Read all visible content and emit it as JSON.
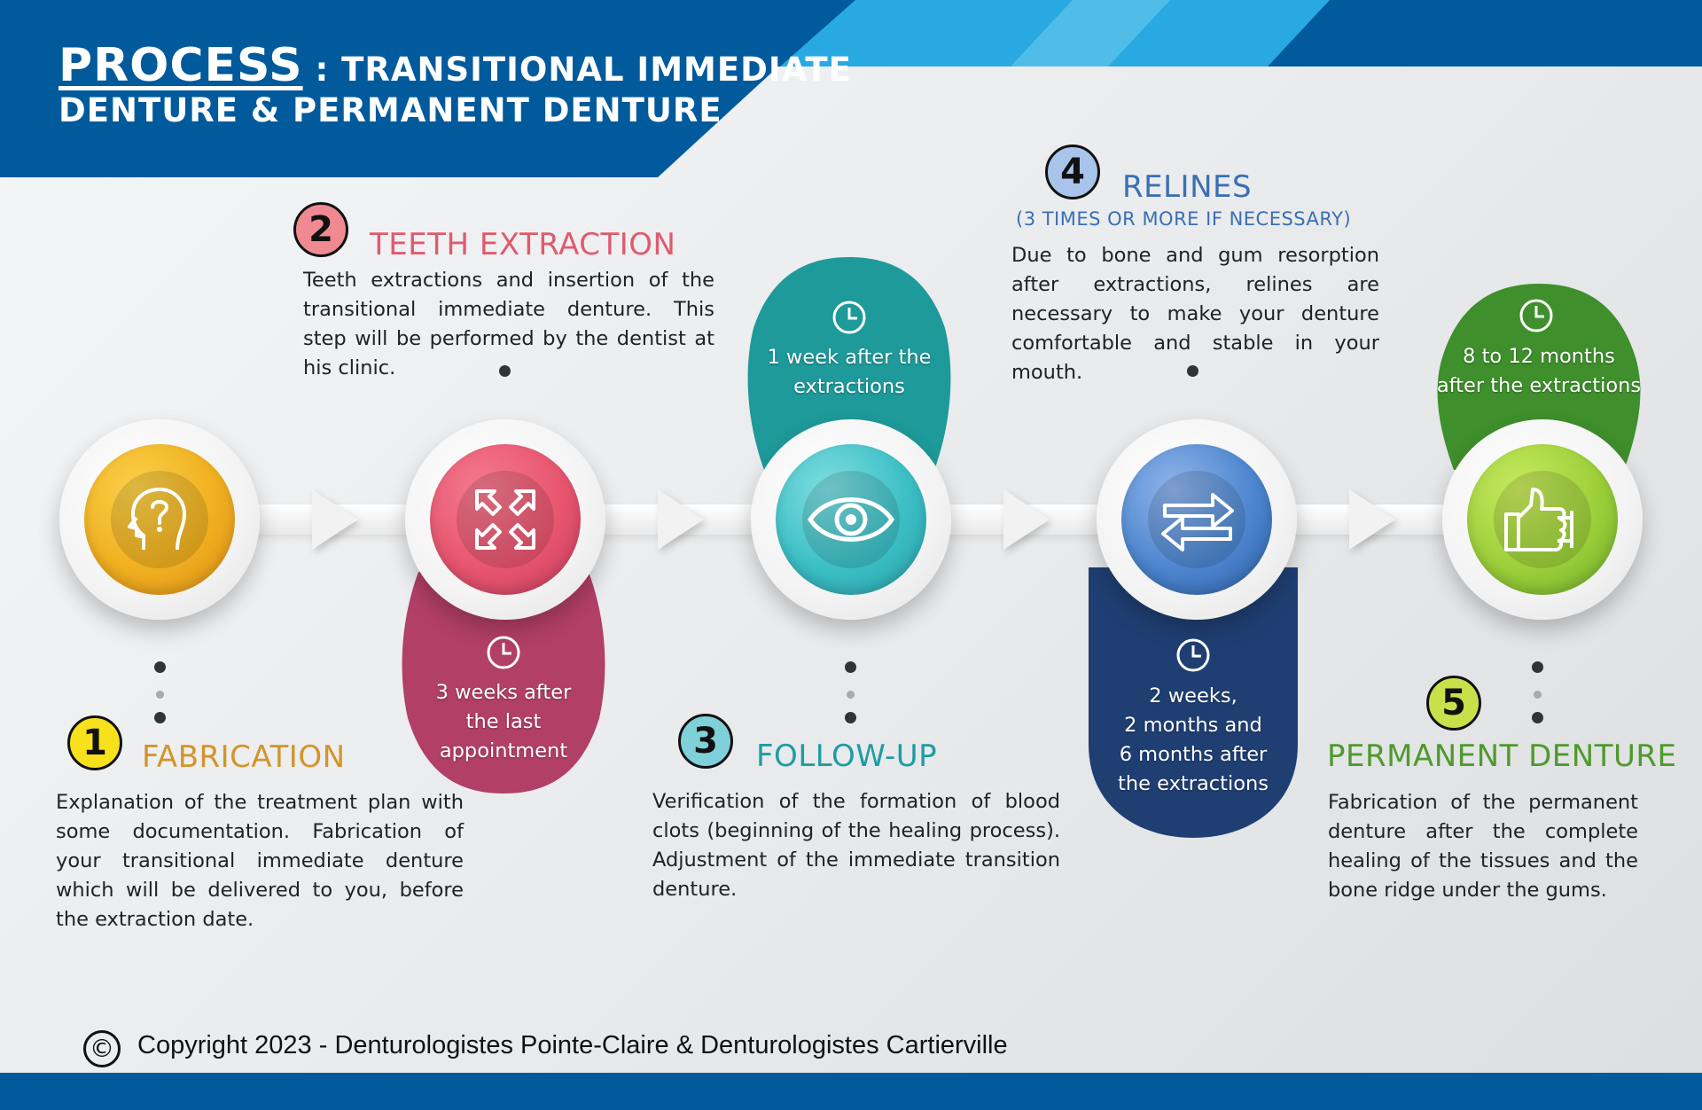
{
  "header": {
    "title_main": "PROCESS",
    "title_rest": " : TRANSITIONAL IMMEDIATE",
    "title_line2": "DENTURE & PERMANENT DENTURE"
  },
  "colors": {
    "header_blue": "#005a9c",
    "accent_light_blue": "#29a9e1",
    "step1": "#f0b41e",
    "step2": "#e8556f",
    "step3": "#3bbfc5",
    "step4": "#2f6fbd",
    "step5": "#8dc63f"
  },
  "steps": [
    {
      "number": "1",
      "title": "FABRICATION",
      "description": "Explanation of the treatment plan with some documentation. Fabrication of your transitional immediate denture which will be delivered to you, before the extraction date.",
      "icon": "head-question-icon"
    },
    {
      "number": "2",
      "title": "TEETH EXTRACTION",
      "description": "Teeth extractions and insertion of the transitional immediate denture. This step will be performed by the dentist at his clinic.",
      "timing": [
        "3 weeks after",
        "the last",
        "appointment"
      ],
      "icon": "expand-arrows-icon"
    },
    {
      "number": "3",
      "title": "FOLLOW-UP",
      "description": "Verification of the formation of blood clots (beginning of the healing process). Adjustment of the immediate transition denture.",
      "timing": [
        "1 week after the",
        "extractions"
      ],
      "icon": "eye-icon"
    },
    {
      "number": "4",
      "title": "RELINES",
      "subtitle": "(3 TIMES OR MORE IF NECESSARY)",
      "description": "Due to bone and gum resorption after extractions, relines are necessary to make your denture comfortable and stable in your mouth.",
      "timing": [
        "2 weeks,",
        "2 months and",
        "6 months after",
        "the extractions"
      ],
      "icon": "swap-arrows-icon"
    },
    {
      "number": "5",
      "title": "PERMANENT DENTURE",
      "description": "Fabrication of the permanent denture after the complete healing of the tissues and the bone ridge under the gums.",
      "timing": [
        "8 to 12 months",
        "after the extractions"
      ],
      "icon": "thumbs-up-icon"
    }
  ],
  "footer": {
    "copyright_symbol": "©",
    "copyright_text": "Copyright 2023 - Denturologistes Pointe-Claire & Denturologistes Cartierville"
  }
}
